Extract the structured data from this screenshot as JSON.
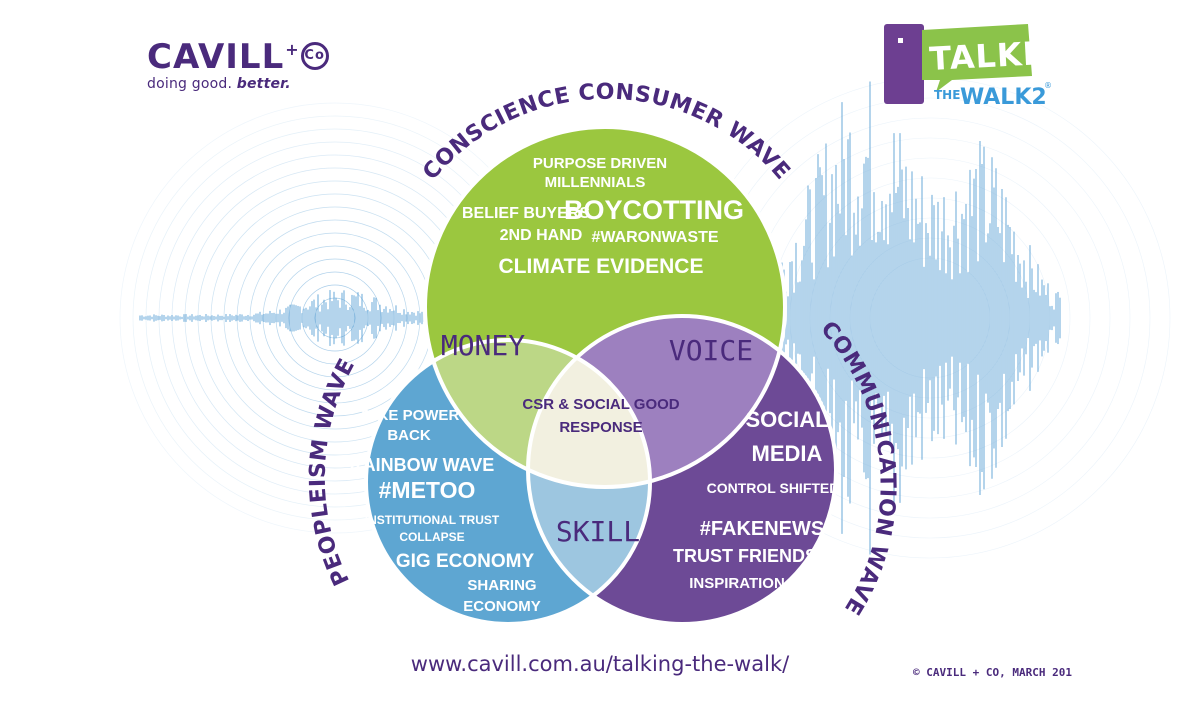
{
  "logo": {
    "name": "CAVILL",
    "plus": "+",
    "co": "Co",
    "tagline_a": "doing good. ",
    "tagline_b": "better."
  },
  "badge": {
    "line1": "TALKING",
    "line2a": "THE",
    "line2b": "WALK2",
    "mark": "®"
  },
  "waves": {
    "top": "CONSCIENCE CONSUMER WAVE",
    "left": "PEOPLEISM WAVE",
    "right": "COMMUNICATION WAVE"
  },
  "overlaps": {
    "money": "MONEY",
    "voice": "VOICE",
    "skill": "SKILL",
    "center_line1": "CSR & SOCIAL GOOD",
    "center_line2": "RESPONSE"
  },
  "green_terms": [
    "PURPOSE DRIVEN",
    "MILLENNIALS",
    "BELIEF BUYERS",
    "BOYCOTTING",
    "2ND HAND",
    "#WARONWASTE",
    "CLIMATE EVIDENCE"
  ],
  "blue_terms": [
    "TAKE POWER",
    "BACK",
    "RAINBOW WAVE",
    "#METOO",
    "INSTITUTIONAL TRUST",
    "COLLAPSE",
    "GIG ECONOMY",
    "SHARING",
    "ECONOMY"
  ],
  "purple_terms": [
    "SOCIAL",
    "MEDIA",
    "CONTROL SHIFTED",
    "#FAKENEWS",
    "TRUST FRIENDS",
    "INSPIRATION"
  ],
  "footer": {
    "url": "www.cavill.com.au/talking-the-walk/",
    "copyright": "© CAVILL + CO, MARCH 201"
  },
  "colors": {
    "green": "#9bc73f",
    "blue": "#5ea6d2",
    "purple": "#6d4a96",
    "money": "#bcd786",
    "voice": "#9d80bf",
    "skill": "#9dc6e0",
    "center": "#f2f0e0",
    "brand_purple": "#4a2a7c",
    "wave_blue": "#5aa0d4"
  }
}
